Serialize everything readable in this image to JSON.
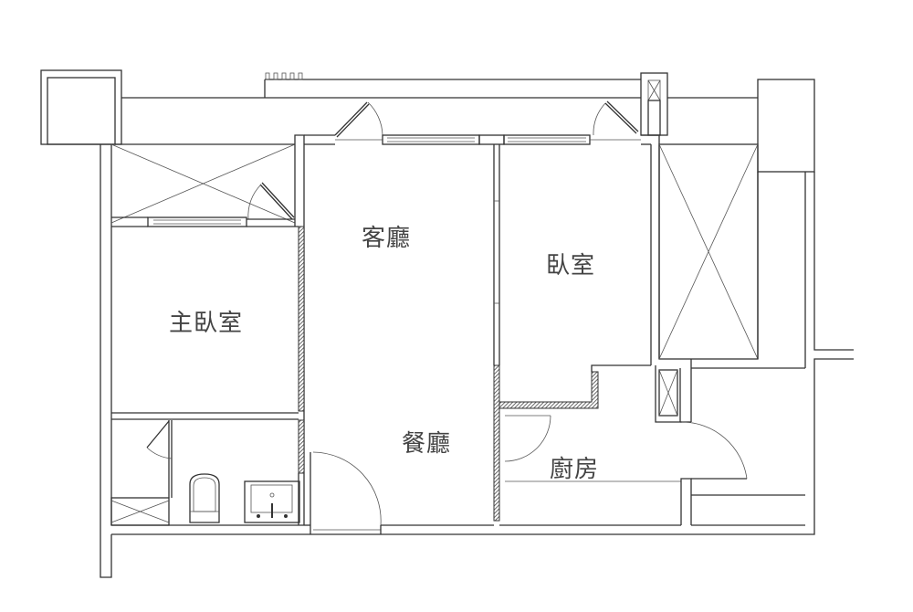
{
  "rooms": {
    "living_room": "客廳",
    "bedroom": "臥室",
    "master_bedroom": "主臥室",
    "dining_room": "餐廳",
    "kitchen": "廚房"
  },
  "colors": {
    "line": "#333333",
    "text": "#444444",
    "background": "#ffffff"
  }
}
